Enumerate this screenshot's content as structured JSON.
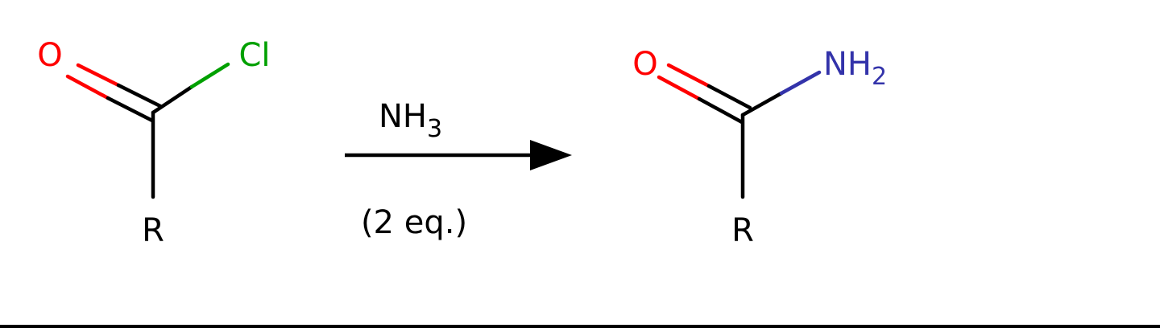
{
  "reactant": {
    "oxygen_label": "O",
    "chlorine_label": "Cl",
    "r_label": "R"
  },
  "reagent": {
    "name": "NH",
    "subscript": "3",
    "equivalents": "(2 eq.)"
  },
  "product": {
    "oxygen_label": "O",
    "amine_label": "NH",
    "amine_subscript": "2",
    "r_label": "R"
  },
  "colors": {
    "oxygen": "#ff0000",
    "chlorine": "#00a000",
    "nitrogen": "#3333aa",
    "bond": "#000000"
  }
}
